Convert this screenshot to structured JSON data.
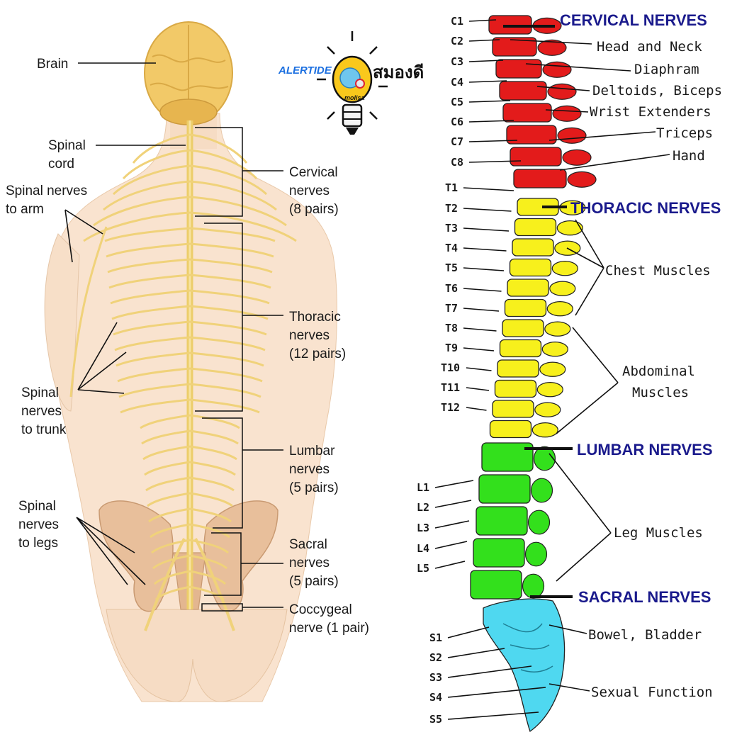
{
  "colors": {
    "skin": "#f9e3cf",
    "brain": "#f2c968",
    "nerve": "#f0d27a",
    "pelvis": "#e8bf9b",
    "cervical": "#e31b1b",
    "thoracic": "#f7f01c",
    "lumbar": "#33e01c",
    "sacral": "#4fd8f0",
    "heading": "#1a1a8c"
  },
  "left_labels": {
    "brain": "Brain",
    "spinal_cord": [
      "Spinal",
      "cord"
    ],
    "nerves_arm": [
      "Spinal nerves",
      "to arm"
    ],
    "nerves_trunk": [
      "Spinal",
      "nerves",
      "to trunk"
    ],
    "nerves_legs": [
      "Spinal",
      "nerves",
      "to legs"
    ],
    "cervical": [
      "Cervical",
      "nerves",
      "(8 pairs)"
    ],
    "thoracic": [
      "Thoracic",
      "nerves",
      "(12 pairs)"
    ],
    "lumbar": [
      "Lumbar",
      "nerves",
      "(5 pairs)"
    ],
    "sacral": [
      "Sacral",
      "nerves",
      "(5 pairs)"
    ],
    "coccygeal": [
      "Coccygeal",
      "nerve (1 pair)"
    ]
  },
  "logo": {
    "brand": "ALERTIDE",
    "thai": "สมองดี",
    "sub": "molisa",
    "icon": "lightbulb-brain-icon"
  },
  "headings": {
    "cervical": "CERVICAL NERVES",
    "thoracic": "THORACIC NERVES",
    "lumbar": "LUMBAR NERVES",
    "sacral": "SACRAL NERVES"
  },
  "segments": {
    "cervical": [
      "C1",
      "C2",
      "C3",
      "C4",
      "C5",
      "C6",
      "C7",
      "C8"
    ],
    "thoracic": [
      "T1",
      "T2",
      "T3",
      "T4",
      "T5",
      "T6",
      "T7",
      "T8",
      "T9",
      "T10",
      "T11",
      "T12"
    ],
    "lumbar": [
      "L1",
      "L2",
      "L3",
      "L4",
      "L5"
    ],
    "sacral": [
      "S1",
      "S2",
      "S3",
      "S4",
      "S5"
    ]
  },
  "functions": {
    "head_neck": "Head and Neck",
    "diaphragm": "Diaphram",
    "deltoids": "Deltoids, Biceps",
    "wrist": "Wrist Extenders",
    "triceps": "Triceps",
    "hand": "Hand",
    "chest": "Chest Muscles",
    "abdominal": [
      "Abdominal",
      "Muscles"
    ],
    "leg": "Leg Muscles",
    "bowel": "Bowel, Bladder",
    "sexual": "Sexual Function"
  }
}
